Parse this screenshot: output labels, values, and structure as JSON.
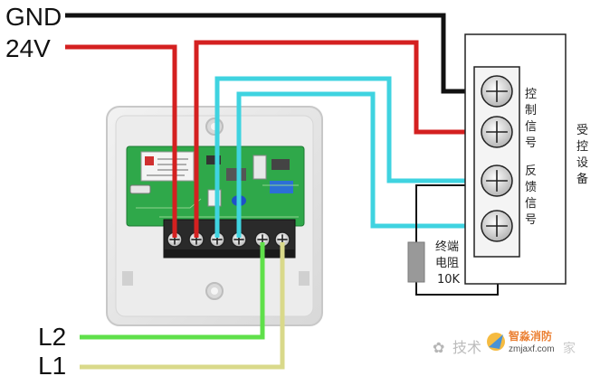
{
  "labels": {
    "gnd": "GND",
    "v24": "24V",
    "l2": "L2",
    "l1": "L1",
    "control_signal": [
      "控",
      "制",
      "信",
      "号"
    ],
    "feedback_signal": [
      "反",
      "馈",
      "信",
      "号"
    ],
    "controlled_device": [
      "受",
      "控",
      "设",
      "备"
    ],
    "terminal_resistor": [
      "终端",
      "电阻",
      "10K"
    ],
    "watermark_text": "技术",
    "watermark_brand": "智淼消防",
    "watermark_url": "zmjaxf.com"
  },
  "colors": {
    "gnd_wire": "#111111",
    "v24_wire": "#d42020",
    "signal_wire": "#3fd3e0",
    "l2_wire": "#5fe04a",
    "l1_wire": "#d9d98a",
    "pcb": "#2fa84a",
    "housing": "#e6e6e6",
    "resistor": "#999999",
    "brand": "#e86a10"
  }
}
